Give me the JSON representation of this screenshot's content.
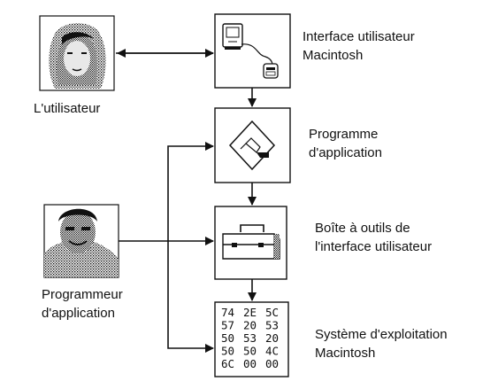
{
  "diagram": {
    "user": {
      "label": "L'utilisateur"
    },
    "programmer": {
      "label_lines": [
        "Programmeur",
        "d'application"
      ]
    },
    "boxes": [
      {
        "id": "mac-ui",
        "label_lines": [
          "Interface utilisateur",
          "Macintosh"
        ]
      },
      {
        "id": "app-program",
        "label_lines": [
          "Programme",
          "d'application"
        ]
      },
      {
        "id": "toolbox",
        "label_lines": [
          "Boîte à outils de",
          "l'interface utilisateur"
        ]
      },
      {
        "id": "os",
        "label_lines": [
          "Système d'exploitation",
          "Macintosh"
        ],
        "hex_rows": [
          [
            "74",
            "2E",
            "5C"
          ],
          [
            "57",
            "20",
            "53"
          ],
          [
            "50",
            "53",
            "20"
          ],
          [
            "50",
            "50",
            "4C"
          ],
          [
            "6C",
            "00",
            "00"
          ]
        ]
      }
    ]
  }
}
